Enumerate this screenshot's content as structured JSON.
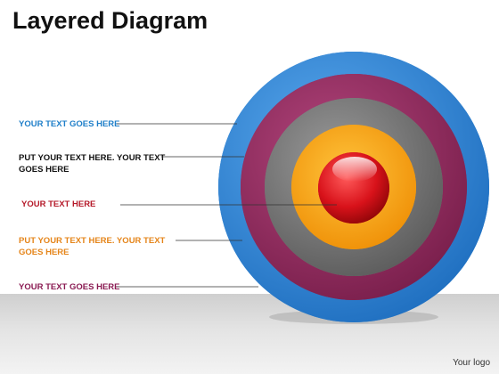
{
  "title": "Layered Diagram",
  "labels": [
    {
      "text": "YOUR TEXT GOES HERE",
      "color": "#1f7fc9"
    },
    {
      "text": "PUT YOUR TEXT HERE. YOUR TEXT GOES HERE",
      "color": "#111111"
    },
    {
      "text": "YOUR TEXT HERE",
      "color": "#b51a2a"
    },
    {
      "text": "PUT YOUR TEXT HERE. YOUR TEXT GOES HERE",
      "color": "#e5851a"
    },
    {
      "text": "YOUR TEXT GOES HERE",
      "color": "#8a1a52"
    }
  ],
  "rings": [
    {
      "name": "outer",
      "color": "#2f86d8"
    },
    {
      "name": "second",
      "color": "#8f2a5e"
    },
    {
      "name": "third",
      "color": "#7a7a7a"
    },
    {
      "name": "fourth",
      "color": "#f4a514"
    },
    {
      "name": "center",
      "color": "#e0151b"
    }
  ],
  "logo": "Your logo"
}
